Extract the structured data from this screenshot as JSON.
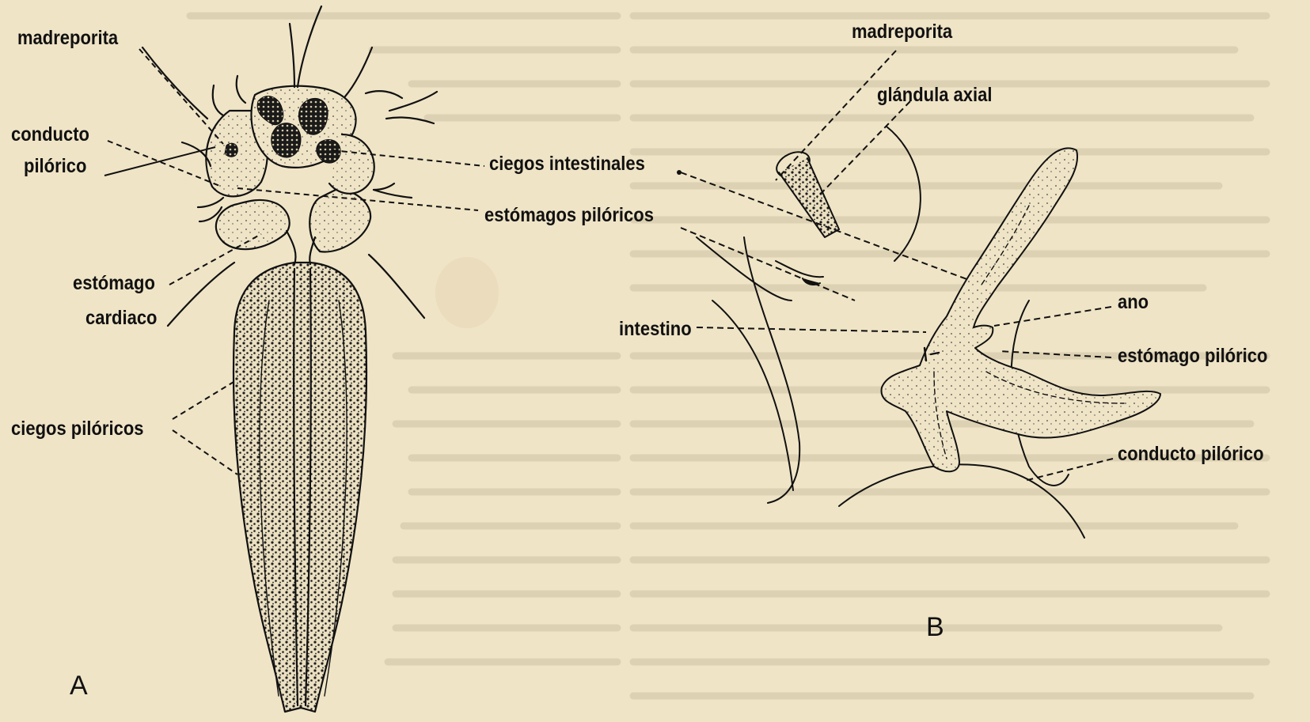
{
  "figure": {
    "panel_a": {
      "letter": "A",
      "labels": {
        "madreporita": "madreporita",
        "conducto": "conducto",
        "pilorico": "pilórico",
        "estomago": "estómago",
        "cardiaco": "cardiaco",
        "ciegos_piloricos": "ciegos pilóricos",
        "ciegos_intestinales": "ciegos intestinales",
        "estomagos_piloricos": "estómagos pilóricos"
      }
    },
    "panel_b": {
      "letter": "B",
      "labels": {
        "madreporita": "madreporita",
        "glandula_axial": "glándula axial",
        "intestino": "intestino",
        "ano": "ano",
        "estomago_pilorico": "estómago pilórico",
        "conducto_pilorico": "conducto pilórico"
      }
    }
  }
}
